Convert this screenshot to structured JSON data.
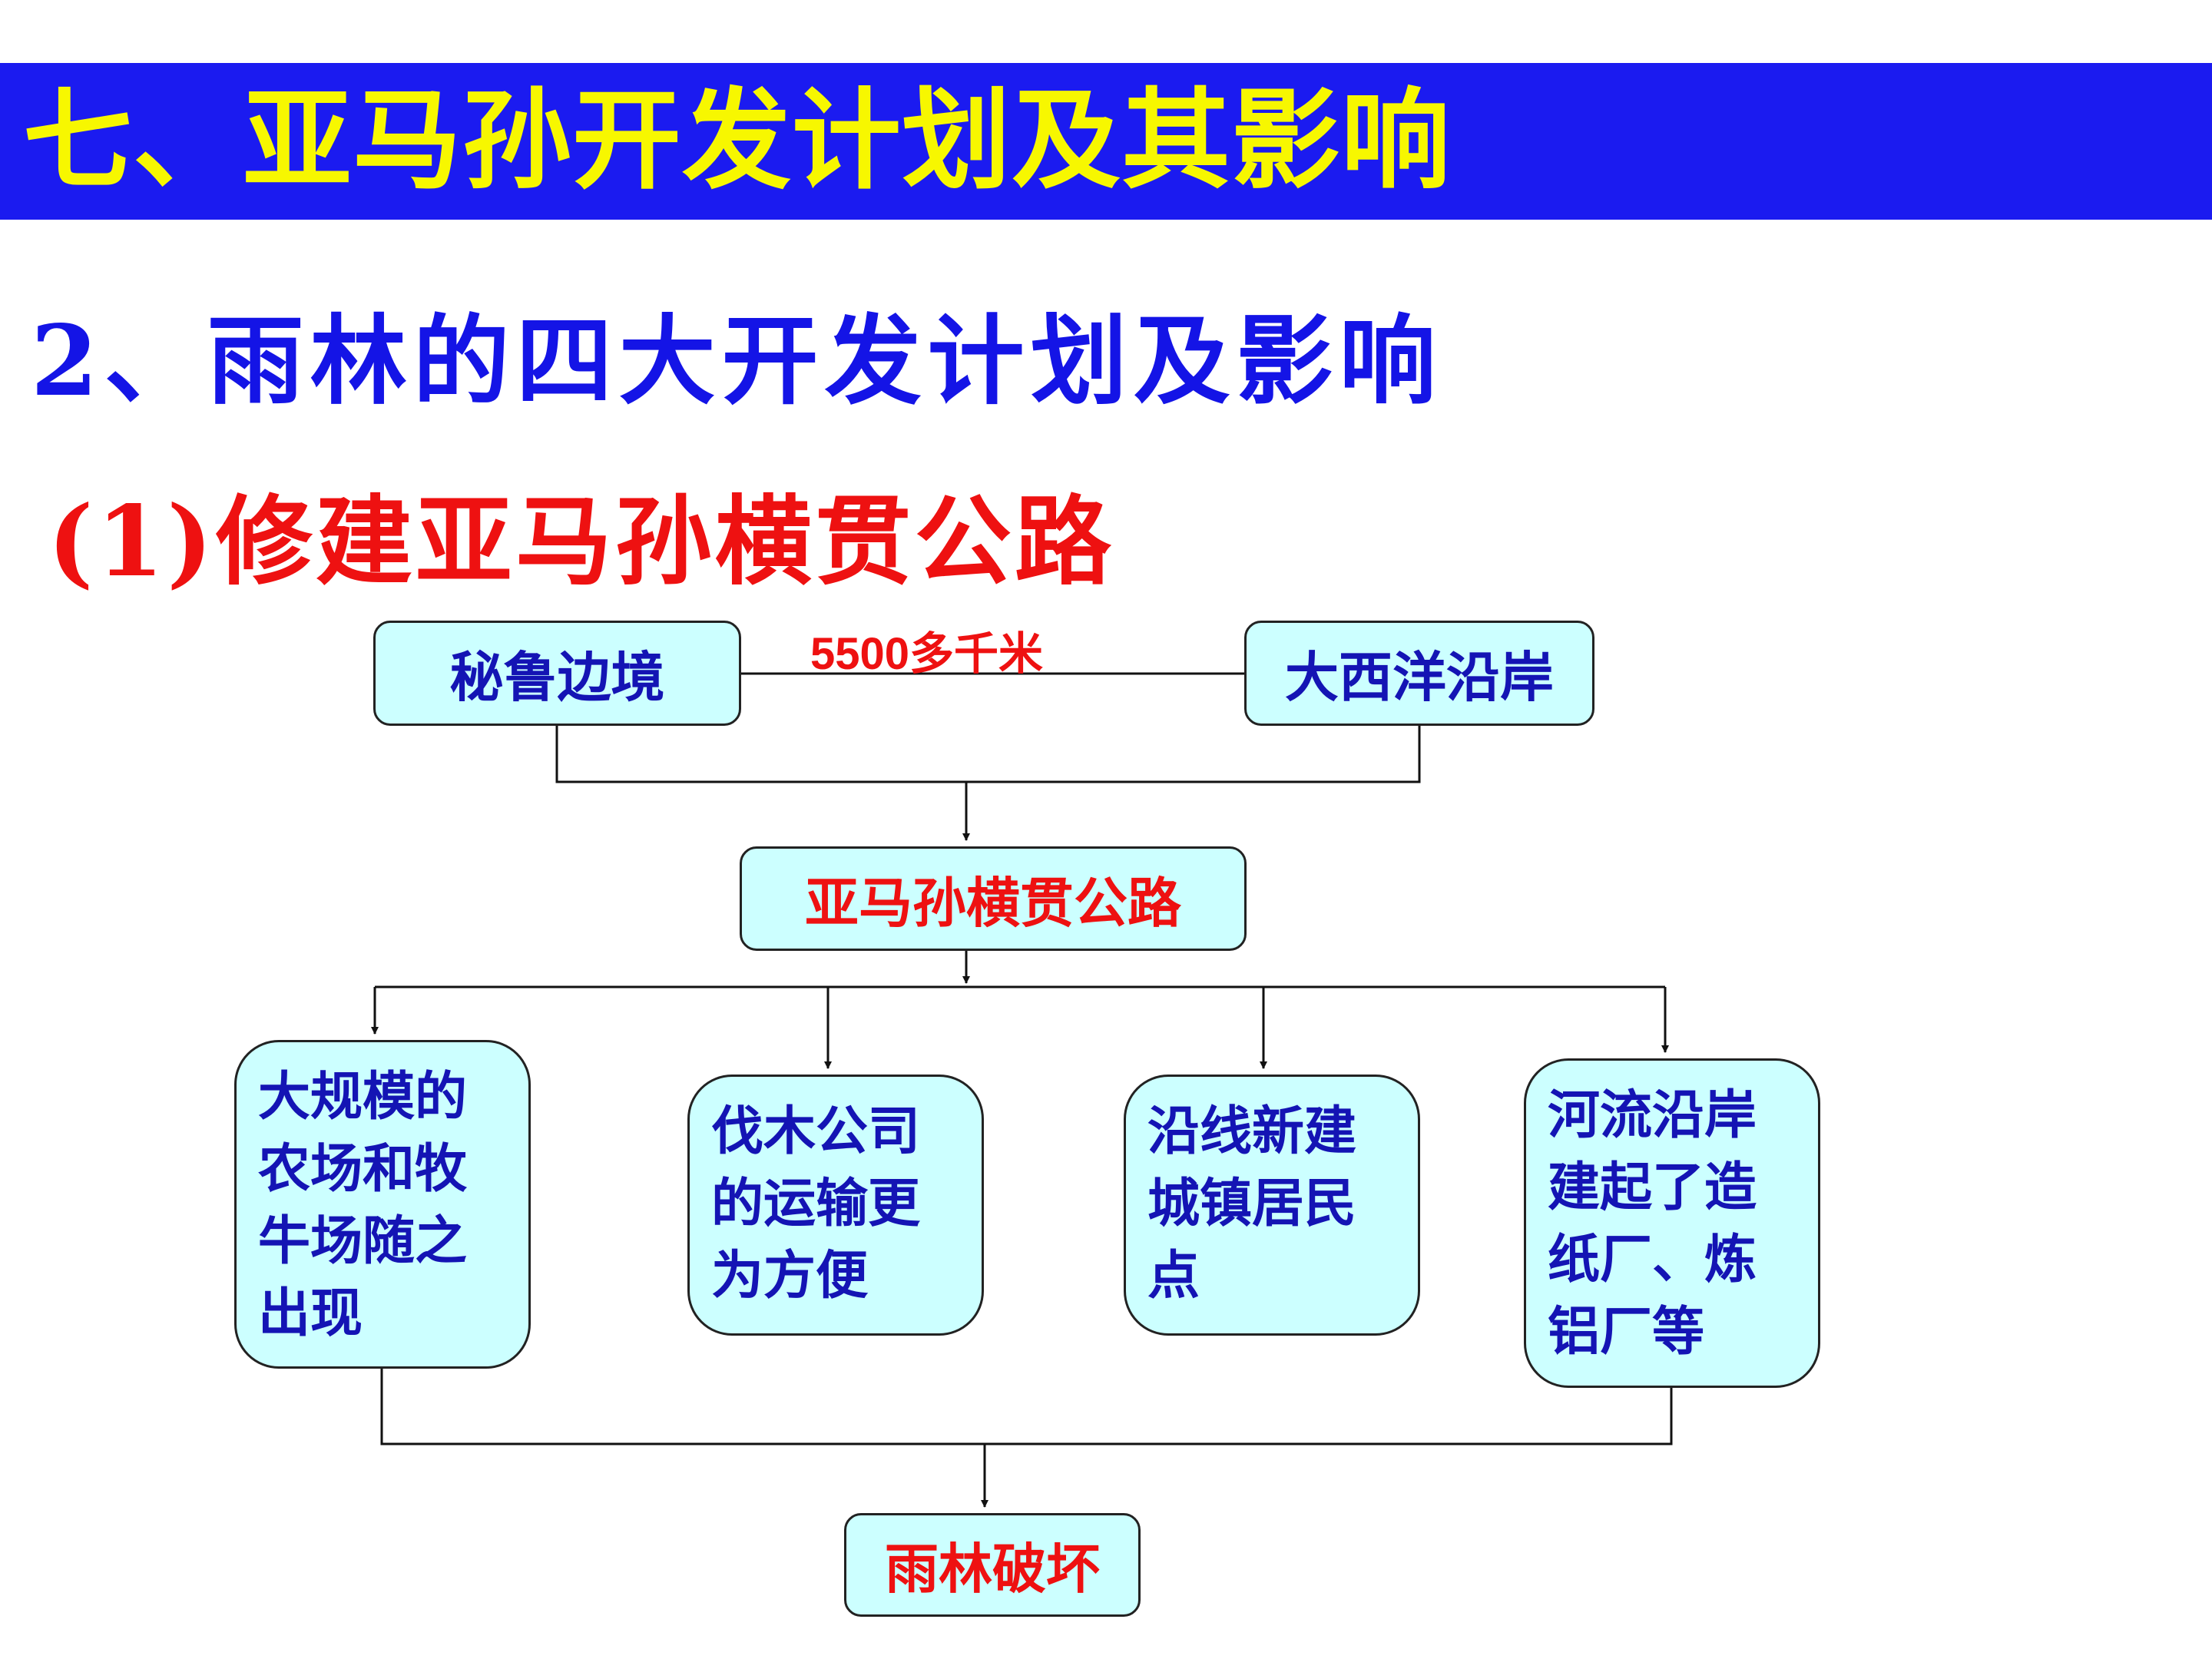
{
  "header": {
    "title": "七、亚马孙开发计划及其影响"
  },
  "subtitle": "2、雨林的四大开发计划及影响",
  "section": "(1)修建亚马孙横贯公路",
  "diagram": {
    "start_left": "秘鲁边境",
    "start_right": "大西洋沿岸",
    "distance": "5500多千米",
    "road": "亚马孙横贯公路",
    "effects": [
      "大规模的农场和牧牛场随之出现",
      "伐木公司的运输更为方便",
      "沿线新建城镇居民点",
      "河流沿岸建起了造纸厂、炼铝厂等"
    ],
    "result": "雨林破坏"
  },
  "colors": {
    "title_bar": "#1b1bf0",
    "title_text": "#f7f700",
    "subtitle_text": "#1414e6",
    "section_text": "#ee1111",
    "box_fill": "#ccffff",
    "box_text": "#1414b4",
    "highlight_text": "#ee1111"
  }
}
